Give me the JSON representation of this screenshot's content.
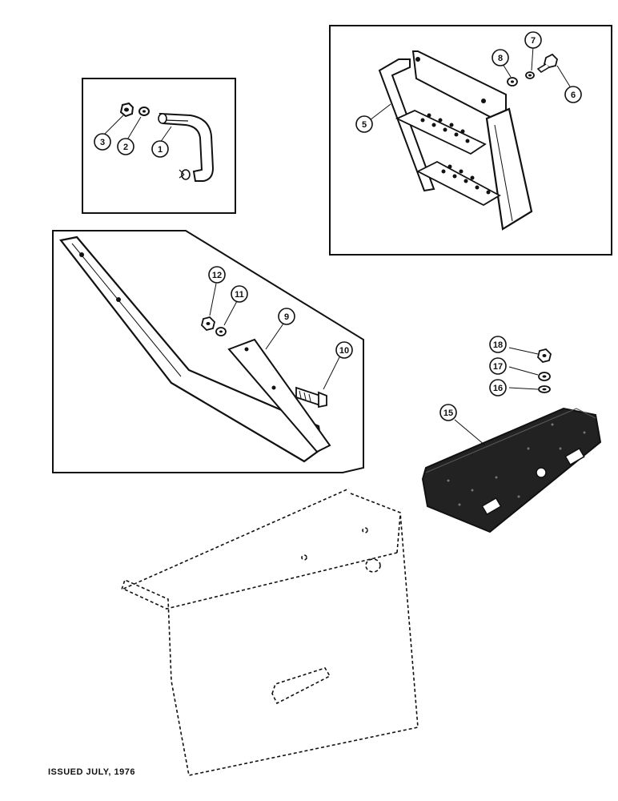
{
  "callouts": {
    "c1": "1",
    "c2": "2",
    "c3": "3",
    "c5": "5",
    "c6": "6",
    "c7": "7",
    "c8": "8",
    "c9": "9",
    "c10": "10",
    "c11": "11",
    "c12": "12",
    "c15": "15",
    "c16": "16",
    "c17": "17",
    "c18": "18"
  },
  "footer": {
    "issued": "ISSUED JULY, 1976"
  }
}
